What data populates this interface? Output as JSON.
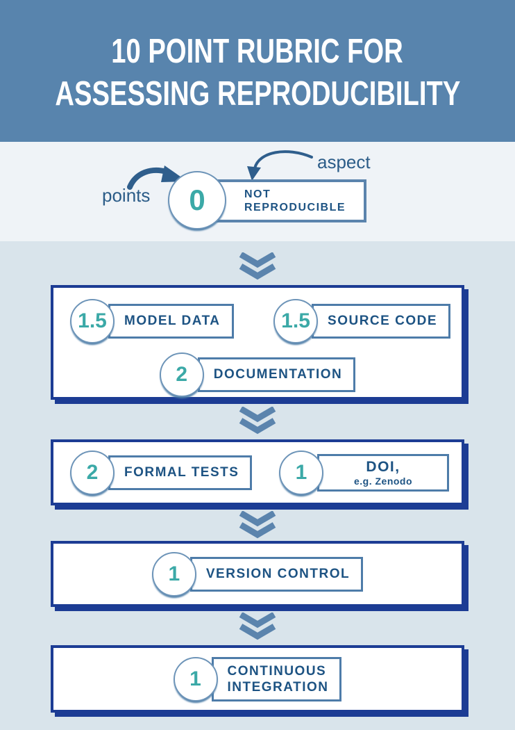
{
  "title": {
    "line1": "10 POINT RUBRIC FOR",
    "line2": "ASSESSING REPRODUCIBILITY"
  },
  "legend": {
    "points_label": "points",
    "aspect_label": "aspect",
    "example_points": "0",
    "example_aspect_line1": "NOT",
    "example_aspect_line2": "REPRODUCIBLE"
  },
  "rows": [
    {
      "items": [
        {
          "points": "1.5",
          "label": "MODEL DATA"
        },
        {
          "points": "1.5",
          "label": "SOURCE CODE"
        },
        {
          "points": "2",
          "label": "DOCUMENTATION"
        }
      ]
    },
    {
      "items": [
        {
          "points": "2",
          "label": "FORMAL TESTS"
        },
        {
          "points": "1",
          "label": "DOI,",
          "sublabel": "e.g. Zenodo"
        }
      ]
    },
    {
      "items": [
        {
          "points": "1",
          "label": "VERSION CONTROL"
        }
      ]
    },
    {
      "items": [
        {
          "points": "1",
          "label": "CONTINUOUS",
          "label_line2": "INTEGRATION"
        }
      ]
    }
  ],
  "colors": {
    "header_bg": "#5884AD",
    "intro_bg": "#EFF3F7",
    "main_bg": "#D9E4EB",
    "box_border": "#1C3C94",
    "item_border": "#4E7CA9",
    "label_text": "#1D5383",
    "points_text": "#3BA9A7",
    "chevron": "#5B84AD",
    "arrow": "#2F5E8C",
    "annotation_text": "#2B5C88"
  }
}
